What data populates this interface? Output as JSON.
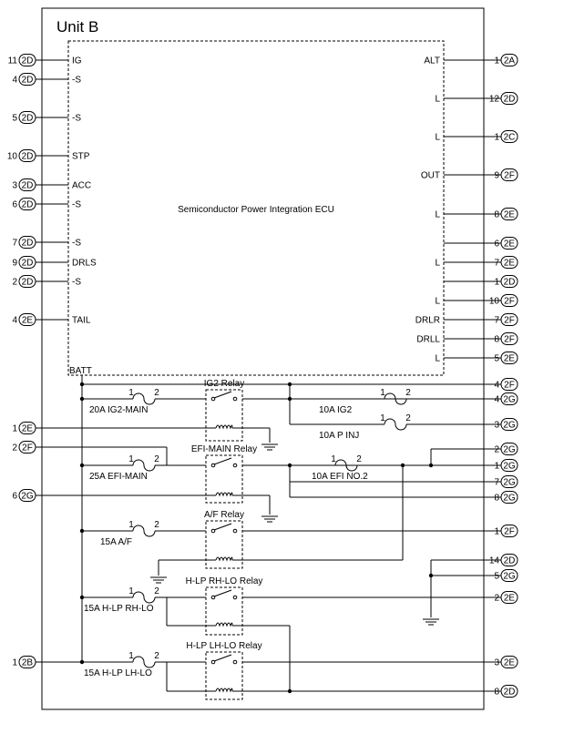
{
  "unit_title": "Unit B",
  "ecu_label": "Semiconductor Power Integration ECU",
  "ecu_left_pins": [
    {
      "num": "11",
      "conn": "2D",
      "label": "IG"
    },
    {
      "num": "4",
      "conn": "2D",
      "label": "-S"
    },
    {
      "num": "5",
      "conn": "2D",
      "label": "-S"
    },
    {
      "num": "10",
      "conn": "2D",
      "label": "STP"
    },
    {
      "num": "3",
      "conn": "2D",
      "label": "ACC"
    },
    {
      "num": "6",
      "conn": "2D",
      "label": "-S"
    },
    {
      "num": "7",
      "conn": "2D",
      "label": "-S"
    },
    {
      "num": "9",
      "conn": "2D",
      "label": "DRLS"
    },
    {
      "num": "2",
      "conn": "2D",
      "label": "-S"
    },
    {
      "num": "4",
      "conn": "2E",
      "label": "TAIL"
    }
  ],
  "ecu_right_pins": [
    {
      "num": "1",
      "conn": "2A",
      "label": "ALT"
    },
    {
      "num": "12",
      "conn": "2D",
      "label": "L"
    },
    {
      "num": "1",
      "conn": "2C",
      "label": "L"
    },
    {
      "num": "9",
      "conn": "2F",
      "label": "OUT"
    },
    {
      "num": "8",
      "conn": "2E",
      "label": "L"
    },
    {
      "num": "6",
      "conn": "2E",
      "label": ""
    },
    {
      "num": "7",
      "conn": "2E",
      "label": "L"
    },
    {
      "num": "1",
      "conn": "2D",
      "label": ""
    },
    {
      "num": "10",
      "conn": "2F",
      "label": "L"
    },
    {
      "num": "7",
      "conn": "2F",
      "label": "DRLR"
    },
    {
      "num": "8",
      "conn": "2F",
      "label": "DRLL"
    },
    {
      "num": "5",
      "conn": "2E",
      "label": "L"
    }
  ],
  "batt_label": "BATT",
  "lower_left_connectors": [
    {
      "num": "1",
      "conn": "2E"
    },
    {
      "num": "2",
      "conn": "2F"
    },
    {
      "num": "6",
      "conn": "2G"
    },
    {
      "num": "1",
      "conn": "2B"
    }
  ],
  "lower_right_connectors": [
    {
      "num": "4",
      "conn": "2F"
    },
    {
      "num": "4",
      "conn": "2G"
    },
    {
      "num": "3",
      "conn": "2G"
    },
    {
      "num": "2",
      "conn": "2G"
    },
    {
      "num": "1",
      "conn": "2G"
    },
    {
      "num": "7",
      "conn": "2G"
    },
    {
      "num": "8",
      "conn": "2G"
    },
    {
      "num": "1",
      "conn": "2F"
    },
    {
      "num": "14",
      "conn": "2D"
    },
    {
      "num": "5",
      "conn": "2G"
    },
    {
      "num": "2",
      "conn": "2E"
    },
    {
      "num": "3",
      "conn": "2E"
    },
    {
      "num": "8",
      "conn": "2D"
    }
  ],
  "fuses": [
    {
      "label": "20A IG2-MAIN",
      "pin1": "1",
      "pin2": "2"
    },
    {
      "label": "25A EFI-MAIN",
      "pin1": "1",
      "pin2": "2"
    },
    {
      "label": "15A A/F",
      "pin1": "1",
      "pin2": "2"
    },
    {
      "label": "15A H-LP RH-LO",
      "pin1": "1",
      "pin2": "2"
    },
    {
      "label": "15A H-LP LH-LO",
      "pin1": "1",
      "pin2": "2"
    },
    {
      "label": "10A IG2",
      "pin1": "1",
      "pin2": "2"
    },
    {
      "label": "10A P INJ",
      "pin1": "1",
      "pin2": "2"
    },
    {
      "label": "10A EFI NO.2",
      "pin1": "1",
      "pin2": "2"
    }
  ],
  "relays": [
    "IG2 Relay",
    "EFI-MAIN Relay",
    "A/F Relay",
    "H-LP RH-LO Relay",
    "H-LP LH-LO Relay"
  ]
}
